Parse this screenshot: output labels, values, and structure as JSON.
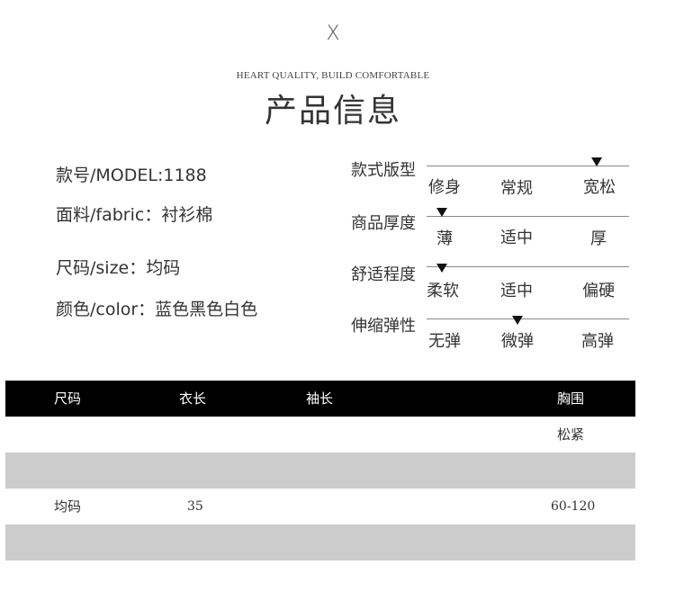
{
  "header": {
    "close_mark": "X",
    "tagline": "HEART QUALITY, BUILD COMFORTABLE",
    "title": "产品信息"
  },
  "specs": {
    "model": "款号/MODEL:1188",
    "fabric": "面料/fabric：衬衫棉",
    "size": "尺码/size：均码",
    "color": "颜色/color：蓝色黑色白色"
  },
  "ratings": [
    {
      "label": "款式版型",
      "options": [
        "修身",
        "常规",
        "宽松"
      ],
      "selected": 2
    },
    {
      "label": "商品厚度",
      "options": [
        "薄",
        "适中",
        "厚"
      ],
      "selected": 0
    },
    {
      "label": "舒适程度",
      "options": [
        "柔软",
        "适中",
        "偏硬"
      ],
      "selected": 0
    },
    {
      "label": "伸缩弹性",
      "options": [
        "无弹",
        "微弹",
        "高弹"
      ],
      "selected": 1
    }
  ],
  "size_table": {
    "headers": [
      "尺码",
      "衣长",
      "袖长",
      "胸围"
    ],
    "rows": [
      [
        "",
        "",
        "",
        "松紧"
      ],
      [
        "",
        "",
        "",
        ""
      ],
      [
        "均码",
        "35",
        "",
        "60-120"
      ],
      [
        "",
        "",
        "",
        ""
      ]
    ]
  }
}
